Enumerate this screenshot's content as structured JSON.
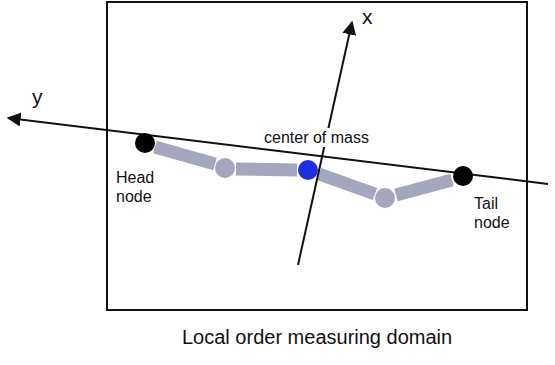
{
  "diagram": {
    "caption": "Local order measuring domain",
    "labels": [
      "x",
      "y",
      "Head node",
      "center of mass",
      "Tail node"
    ]
  }
}
